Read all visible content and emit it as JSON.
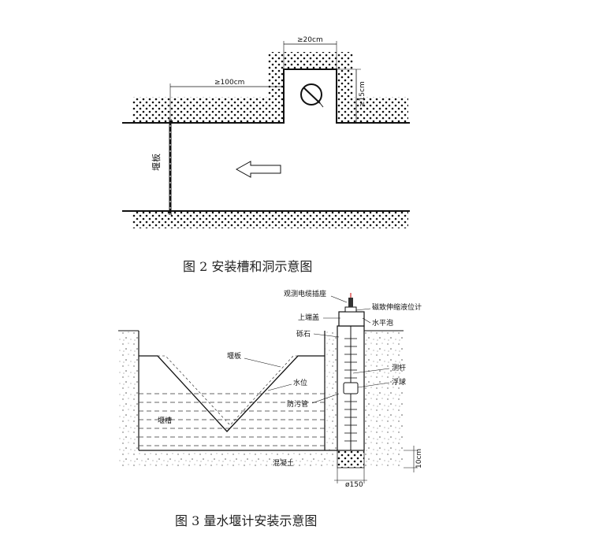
{
  "fig2": {
    "caption": "图 2 安装槽和洞示意图",
    "dim_width": "≥20cm",
    "dim_distance": "≥100cm",
    "dim_height": "≥15cm",
    "weir_label": "堰板"
  },
  "fig3": {
    "caption": "图 3  量水堰计安装示意图",
    "labels": {
      "socket": "观测电缆插座",
      "gauge": "磁致伸缩液位计",
      "top_cover": "上端盖",
      "bubble": "水平泡",
      "gravel": "砾石",
      "weir_plate": "堰板",
      "rod": "测杆",
      "water_level": "水位",
      "float": "浮球",
      "antifoul_pipe": "防污管",
      "weir_groove": "堰槽",
      "concrete": "混凝土",
      "depth": "10cm",
      "diameter": "ø150"
    }
  }
}
